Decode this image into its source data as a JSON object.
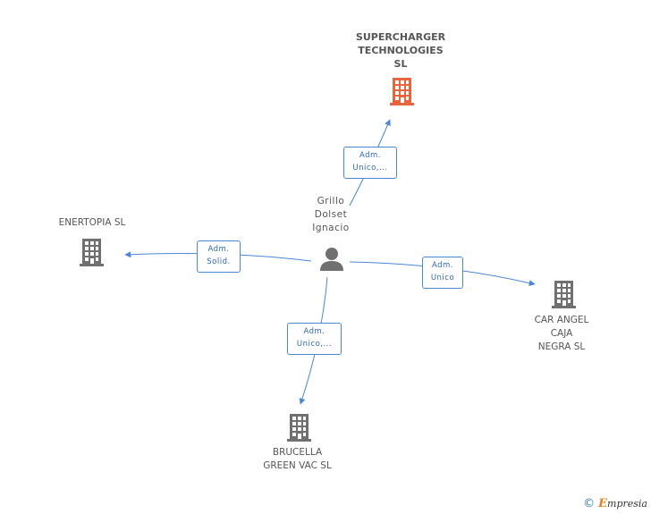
{
  "companies": {
    "supercharger": {
      "label": "SUPERCHARGER\nTECHNOLOGIES\nSL",
      "color": "#e8643c"
    },
    "enertopia": {
      "label": "ENERTOPIA SL",
      "color": "#707070"
    },
    "car_angel": {
      "label": "CAR ANGEL\nCAJA\nNEGRA SL",
      "color": "#707070"
    },
    "brucella": {
      "label": "BRUCELLA\nGREEN VAC  SL",
      "color": "#707070"
    }
  },
  "person": {
    "label": "Grillo\nDolset\nIgnacio",
    "color": "#707070"
  },
  "edges": {
    "to_supercharger": "Adm.\nUnico,...",
    "to_enertopia": "Adm.\nSolid.",
    "to_car_angel": "Adm.\nUnico",
    "to_brucella": "Adm.\nUnico,..."
  },
  "edge_color": "#4a86d4",
  "footer": {
    "copyright": "©",
    "brand_initial": "E",
    "brand_rest": "mpresia"
  }
}
